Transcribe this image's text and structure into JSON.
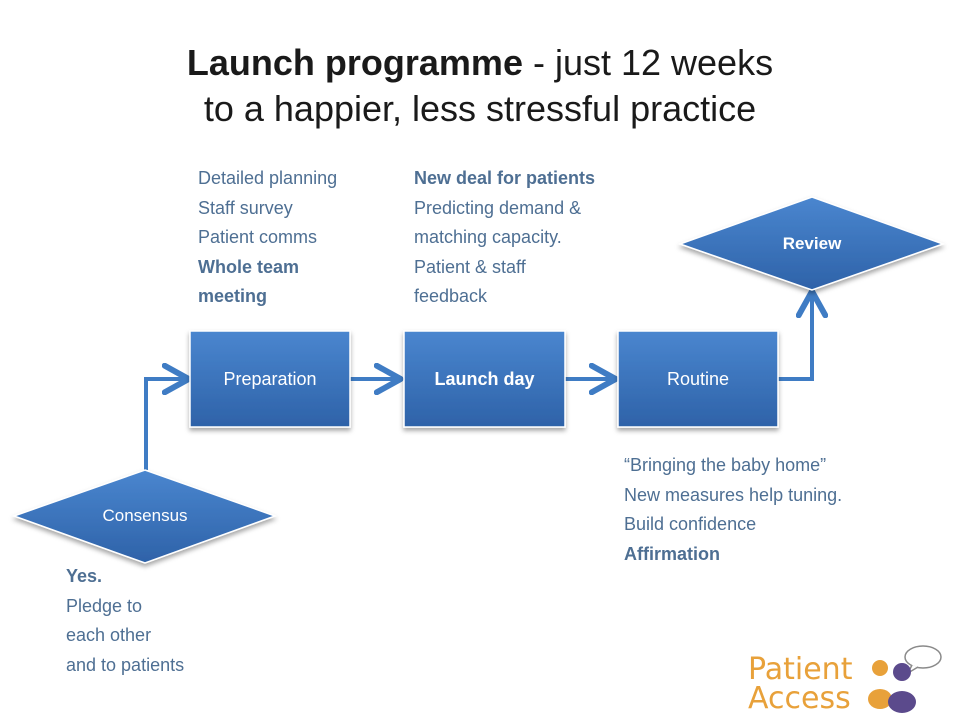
{
  "title": {
    "bold": "Launch programme",
    "rest_line1": " - just 12 weeks",
    "line2": "to a happier, less stressful practice"
  },
  "nodes": {
    "consensus": "Consensus",
    "preparation": "Preparation",
    "launch_day": "Launch day",
    "routine": "Routine",
    "review": "Review"
  },
  "notes": {
    "preparation": [
      "Detailed planning",
      "Staff survey",
      "Patient comms",
      "Whole team",
      "meeting"
    ],
    "launch_day": [
      "New deal for patients",
      "Predicting demand &",
      "matching capacity.",
      "Patient & staff",
      "feedback"
    ],
    "routine": [
      "“Bringing the baby home”",
      "New measures help tuning.",
      "Build confidence",
      "Affirmation"
    ],
    "consensus": [
      "Yes.",
      "Pledge to",
      "each other",
      "and to patients"
    ]
  },
  "logo": {
    "word1": "Patient",
    "word2": "Access"
  },
  "colors": {
    "shape_fill": "#3a73bc",
    "shape_dark": "#2c5c9c",
    "connector": "#3f7cc4",
    "note_text": "#4e6f93",
    "logo_orange": "#e8a13a",
    "logo_purple": "#5b4a8c"
  }
}
